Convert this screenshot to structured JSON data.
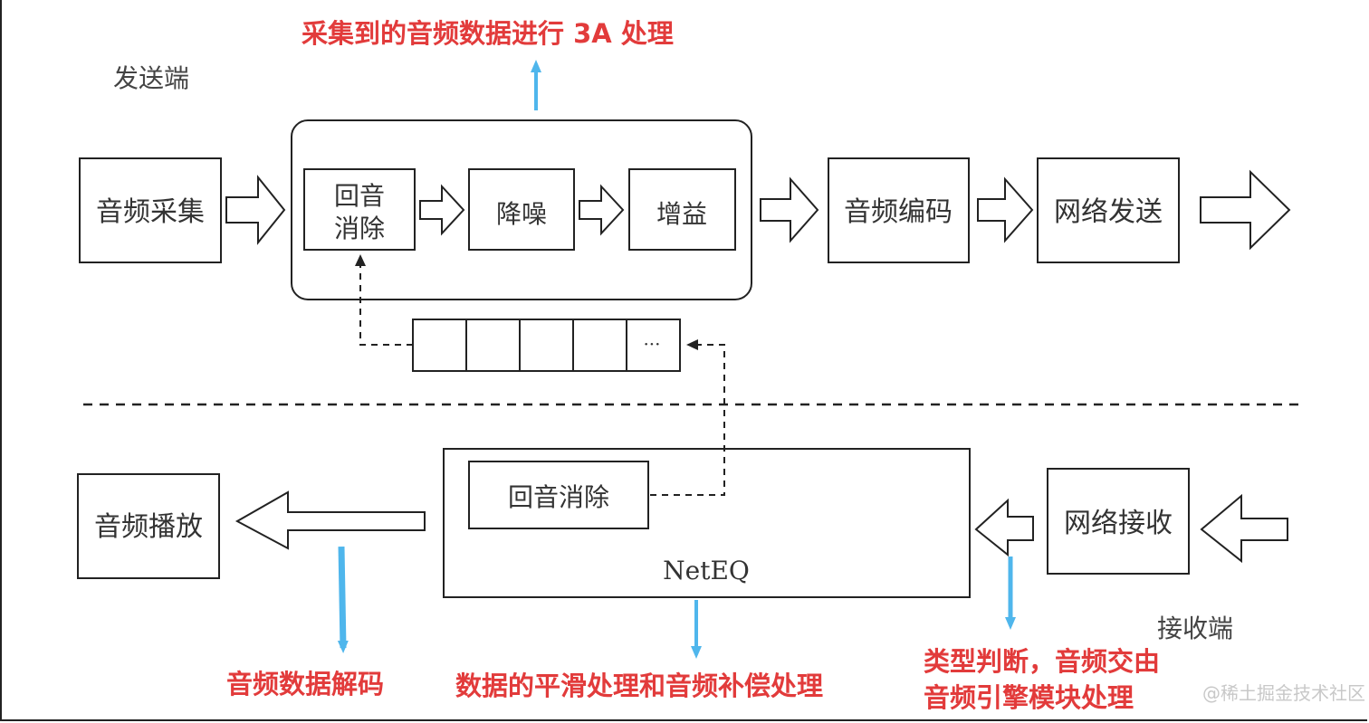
{
  "sender": {
    "label": "发送端",
    "capture": "音频采集",
    "aec_line1": "回音",
    "aec_line2": "消除",
    "noise": "降噪",
    "gain": "增益",
    "encode": "音频编码",
    "send": "网络发送"
  },
  "buffer": {
    "ellipsis": "···"
  },
  "receiver": {
    "label": "接收端",
    "playback": "音频播放",
    "aec": "回音消除",
    "neteq": "NetEQ",
    "receive": "网络接收"
  },
  "annotations": {
    "process_3a": "采集到的音频数据进行 3A 处理",
    "decode": "音频数据解码",
    "smoothing": "数据的平滑处理和音频补偿处理",
    "type_line1": "类型判断，音频交由",
    "type_line2": "音频引擎模块处理"
  },
  "watermark": "@稀土掘金技术社区",
  "colors": {
    "annotation_red": "#e23b3b",
    "annotation_arrow_blue": "#4fb6ec",
    "line": "#222222"
  }
}
